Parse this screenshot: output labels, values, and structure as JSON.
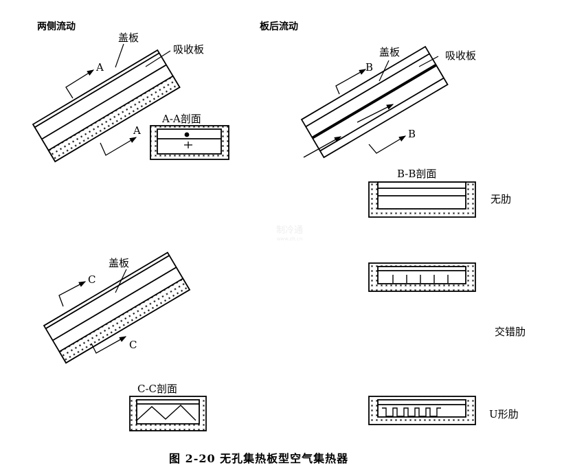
{
  "panels": {
    "two_side_flow": {
      "title": "两侧流动",
      "cover_label": "盖板",
      "absorber_label": "吸收板",
      "section_mark": "A",
      "section_title": "A-A剖面"
    },
    "back_flow": {
      "title": "板后流动",
      "cover_label": "盖板",
      "absorber_label": "吸收板",
      "section_mark": "B",
      "section_title": "B-B剖面"
    },
    "third": {
      "cover_label": "盖板",
      "section_mark": "C",
      "section_title": "C-C剖面"
    }
  },
  "rib_types": [
    "无肋",
    "交错肋",
    "U形肋"
  ],
  "caption": "图 2-20   无孔集热板型空气集热器",
  "watermark": {
    "text": "制冷通",
    "sub": "www.zlt.cn"
  }
}
